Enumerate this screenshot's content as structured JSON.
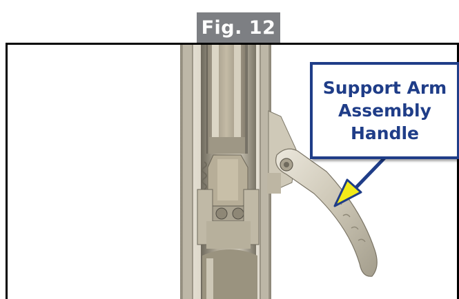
{
  "figure": {
    "label": "Fig. 12"
  },
  "callout": {
    "lines": [
      "Support Arm",
      "Assembly",
      "Handle"
    ],
    "text_color": "#1f3d88",
    "border_color": "#1f3d88",
    "arrow_fill": "#f2ea1a"
  },
  "colors": {
    "tab_background": "#7d7f83",
    "frame_border": "#000000",
    "metal_light": "#d6d1c3",
    "metal_mid": "#b8b19f",
    "metal_dark": "#6f6a5e"
  },
  "icons": [
    "arrow-pointer-icon"
  ]
}
